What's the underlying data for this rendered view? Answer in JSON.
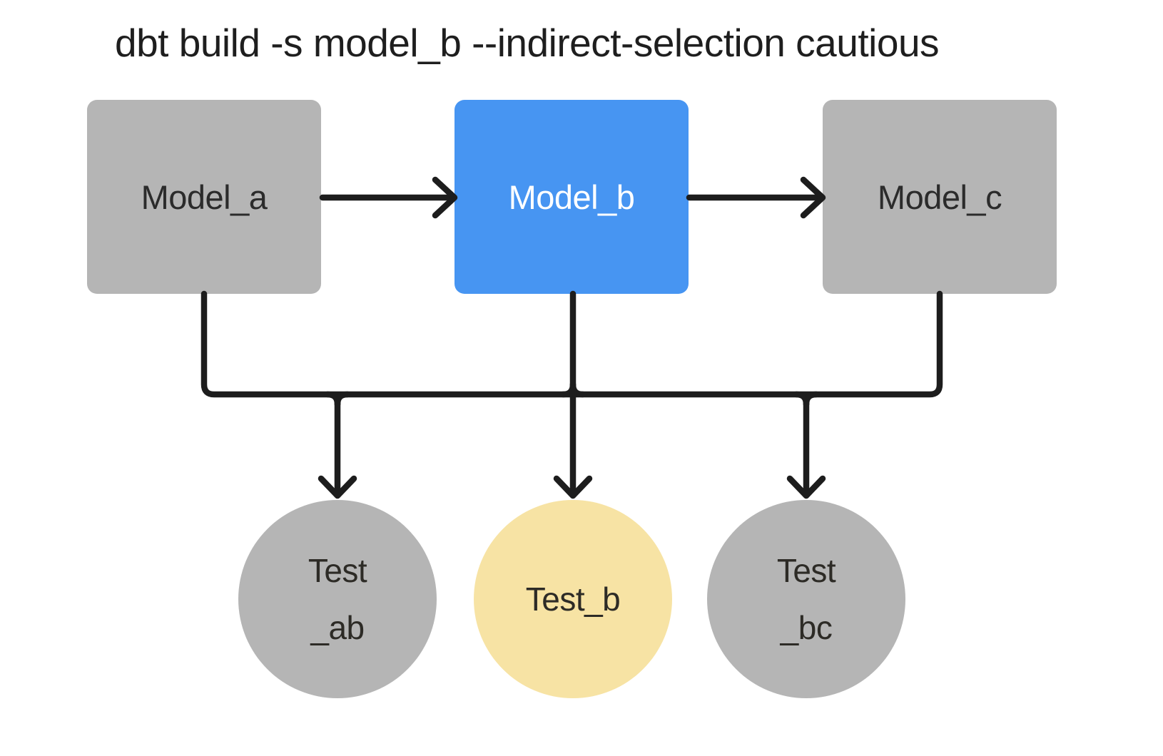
{
  "title": "dbt build -s model_b --indirect-selection cautious",
  "colors": {
    "node_gray": "#b5b5b5",
    "selected_blue": "#4795f2",
    "selected_yellow": "#f7e3a4",
    "line": "#1d1d1d",
    "title_text": "#1e1e1e",
    "box_text_dark": "#2b2b2b",
    "box_text_light": "#ffffff"
  },
  "nodes": {
    "models": [
      {
        "id": "model_a",
        "label": "Model_a",
        "selected": false
      },
      {
        "id": "model_b",
        "label": "Model_b",
        "selected": true
      },
      {
        "id": "model_c",
        "label": "Model_c",
        "selected": false
      }
    ],
    "tests": [
      {
        "id": "test_ab",
        "label": "Test _ab",
        "lines": [
          "Test",
          "_ab"
        ],
        "selected": false
      },
      {
        "id": "test_b",
        "label": "Test_b",
        "lines": [
          "Test_b"
        ],
        "selected": true
      },
      {
        "id": "test_bc",
        "label": "Test _bc",
        "lines": [
          "Test",
          "_bc"
        ],
        "selected": false
      }
    ]
  },
  "edges": [
    {
      "from": "model_a",
      "to": "model_b"
    },
    {
      "from": "model_b",
      "to": "model_c"
    },
    {
      "from": "model_a",
      "to": "test_ab"
    },
    {
      "from": "model_b",
      "to": "test_ab"
    },
    {
      "from": "model_b",
      "to": "test_b"
    },
    {
      "from": "model_b",
      "to": "test_bc"
    },
    {
      "from": "model_c",
      "to": "test_bc"
    }
  ]
}
